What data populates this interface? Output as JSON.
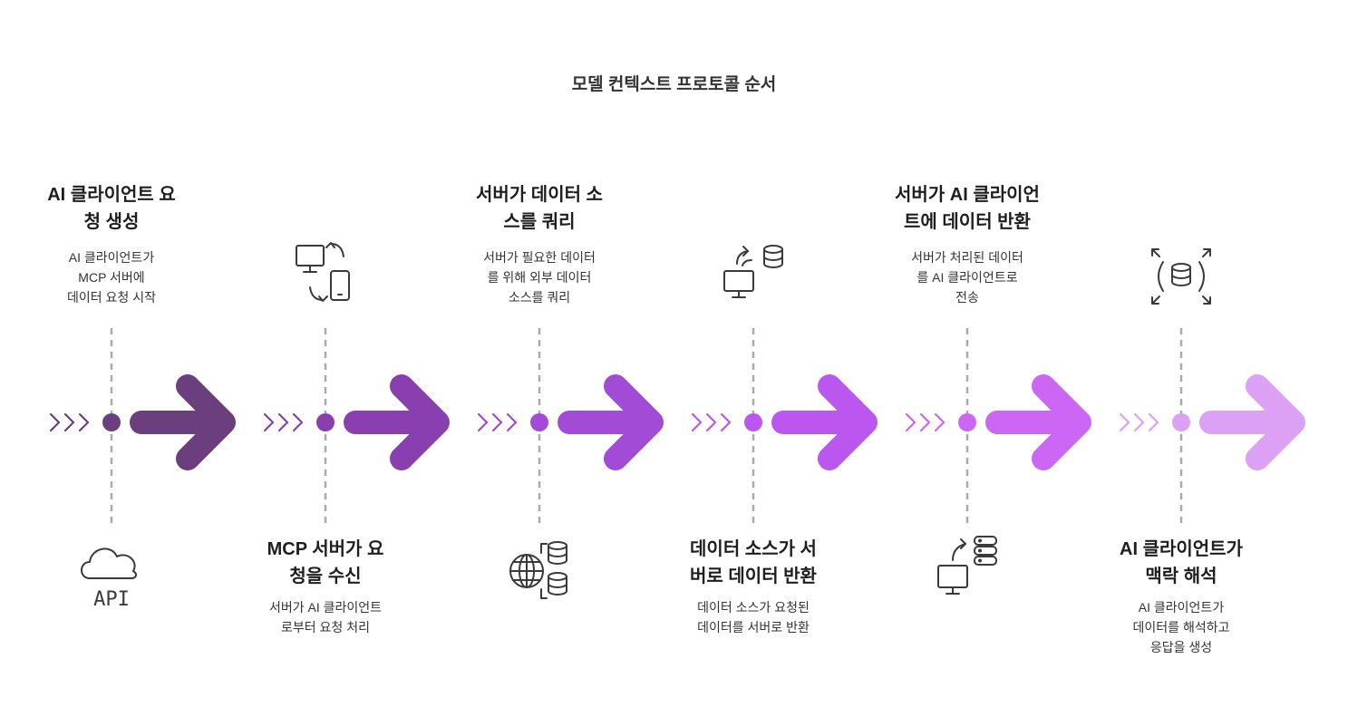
{
  "title": "모델 컨텍스트 프로토콜 순서",
  "steps": [
    {
      "title_lines": [
        "AI 클라이언트 요",
        "청 생성"
      ],
      "desc_lines": [
        "AI 클라이언트가",
        "MCP 서버에",
        "데이터 요청 시작"
      ],
      "color": "#6b3f7e",
      "icon": "cloud-api-icon",
      "icon_label": "API"
    },
    {
      "title_lines": [
        "MCP 서버가 요",
        "청을 수신"
      ],
      "desc_lines": [
        "서버가 AI 클라이언트",
        "로부터 요청 처리"
      ],
      "color": "#8a3fb0",
      "icon": "desktop-mobile-sync-icon"
    },
    {
      "title_lines": [
        "서버가 데이터 소",
        "스를 쿼리"
      ],
      "desc_lines": [
        "서버가 필요한 데이터",
        "를 위해 외부 데이터",
        "소스를 쿼리"
      ],
      "color": "#a24bd6",
      "icon": "globe-database-icon"
    },
    {
      "title_lines": [
        "데이터 소스가 서",
        "버로 데이터 반환"
      ],
      "desc_lines": [
        "데이터 소스가 요청된",
        "데이터를 서버로 반환"
      ],
      "color": "#bb57ee",
      "icon": "database-monitor-icon"
    },
    {
      "title_lines": [
        "서버가 AI 클라이언",
        "트에 데이터 반환"
      ],
      "desc_lines": [
        "서버가 처리된 데이터",
        "를 AI 클라이언트로",
        "전송"
      ],
      "color": "#cc66f5",
      "icon": "server-monitor-icon"
    },
    {
      "title_lines": [
        "AI 클라이언트가",
        "맥락 해석"
      ],
      "desc_lines": [
        "AI 클라이언트가",
        "데이터를 해석하고",
        "응답을 생성"
      ],
      "color": "#dca0f5",
      "icon": "database-expand-icon"
    }
  ]
}
